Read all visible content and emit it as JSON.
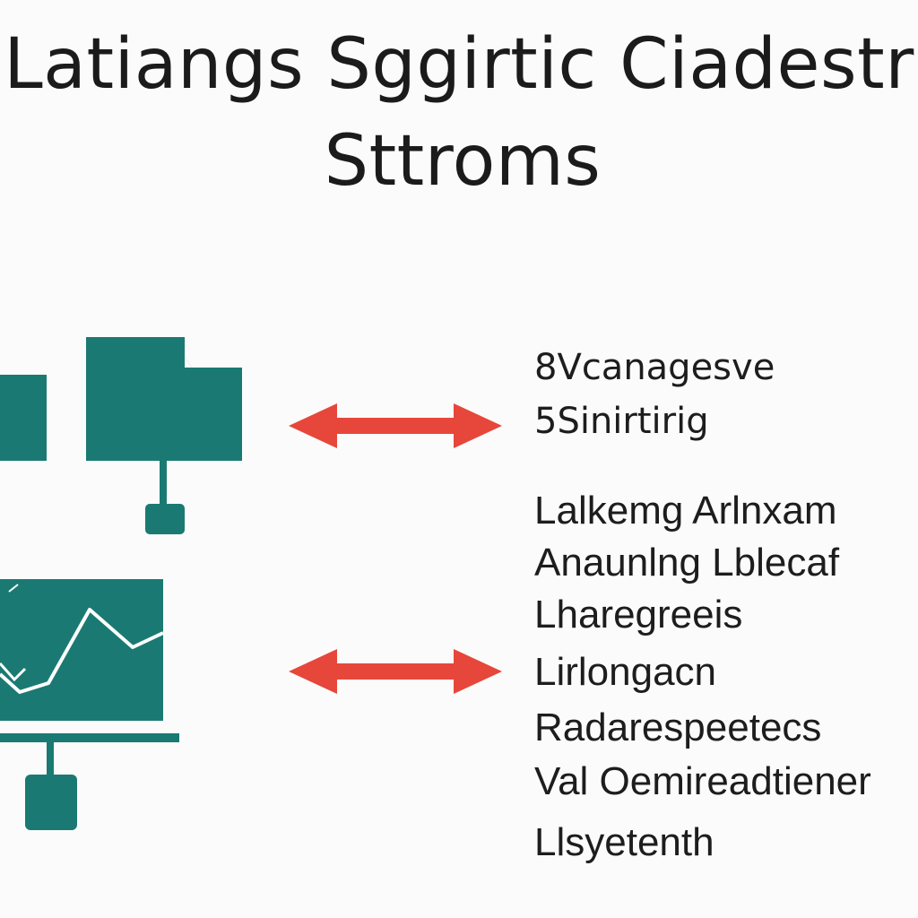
{
  "title": {
    "line1": "Latiangs Sggirtic Ciadestr",
    "line2": "Sttroms"
  },
  "labels_top": [
    "8Vcanagesve",
    "5Sinirtirig"
  ],
  "labels_bottom": [
    "Lalkemg Arlnxam",
    "Anaunlng Lblecaf",
    "Lharegreeis",
    "Lirlongacn",
    "Radarespeetecs",
    "Val Oemireadtiener",
    "Llsyetenth"
  ],
  "colors": {
    "icon": "#1a7a73",
    "arrow": "#e6473a",
    "text": "#1b1b1b",
    "background": "#fbfbfb"
  }
}
